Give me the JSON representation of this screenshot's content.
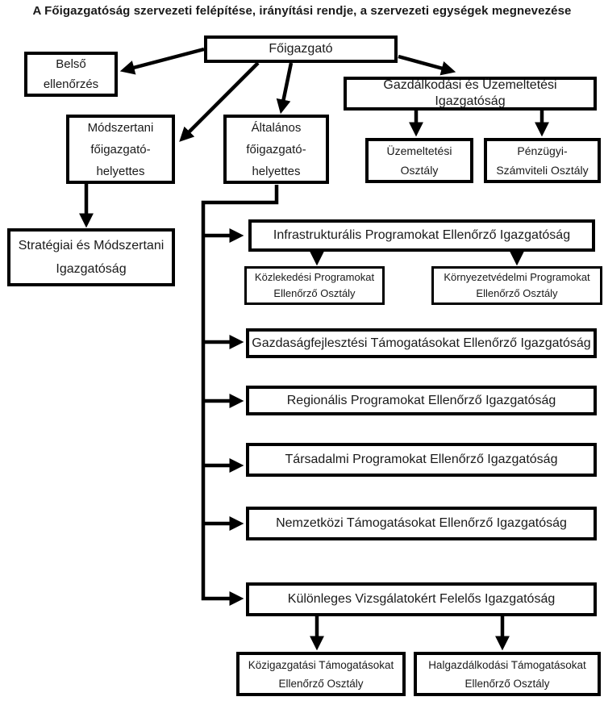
{
  "title": "A Főigazgatóság szervezeti felépítése, irányítási rendje, a szervezeti egységek megnevezése",
  "colors": {
    "background": "#ffffff",
    "box_border": "#000000",
    "connector": "#000000",
    "text": "#1a1a1a"
  },
  "org_chart": {
    "nodes": {
      "foigazgato": {
        "label": "Főigazgató"
      },
      "belso_ellenorzes": {
        "label": "Belső\nellenőrzés"
      },
      "modszertani_helyettes": {
        "label": "Módszertani\nfőigazgató-\nhelyettes"
      },
      "altalanos_helyettes": {
        "label": "Általános\nfőigazgató-\nhelyettes"
      },
      "gazdalkodasi_igazgatosag": {
        "label": "Gazdálkodási és Üzemeltetési Igazgatóság"
      },
      "uzemeltetesi_osztaly": {
        "label": "Üzemeltetési\nOsztály"
      },
      "penzugyi_osztaly": {
        "label": "Pénzügyi-\nSzámviteli Osztály"
      },
      "strategiai_igazgatosag": {
        "label": "Stratégiai és Módszertani\nIgazgatóság"
      },
      "infrastrukturalis_igazgatosag": {
        "label": "Infrastrukturális Programokat Ellenőrző Igazgatóság"
      },
      "kozlekedesi_osztaly": {
        "label": "Közlekedési Programokat\nEllenőrző Osztály"
      },
      "kornyezetvedelmi_osztaly": {
        "label": "Környezetvédelmi Programokat\nEllenőrző Osztály"
      },
      "gazdasagfejlesztesi_igazgatosag": {
        "label": "Gazdaságfejlesztési Támogatásokat Ellenőrző Igazgatóság"
      },
      "regionalis_igazgatosag": {
        "label": "Regionális Programokat Ellenőrző Igazgatóság"
      },
      "tarsadalmi_igazgatosag": {
        "label": "Társadalmi Programokat Ellenőrző Igazgatóság"
      },
      "nemzetkozi_igazgatosag": {
        "label": "Nemzetközi Támogatásokat Ellenőrző Igazgatóság"
      },
      "kulonleges_igazgatosag": {
        "label": "Különleges Vizsgálatokért Felelős Igazgatóság"
      },
      "kozigazgatasi_osztaly": {
        "label": "Közigazgatási Támogatásokat\nEllenőrző Osztály"
      },
      "halgazdalkodasi_osztaly": {
        "label": "Halgazdálkodási Támogatásokat\nEllenőrző Osztály"
      }
    },
    "edges": [
      {
        "from": "foigazgato",
        "to": "belso_ellenorzes"
      },
      {
        "from": "foigazgato",
        "to": "modszertani_helyettes"
      },
      {
        "from": "foigazgato",
        "to": "altalanos_helyettes"
      },
      {
        "from": "foigazgato",
        "to": "gazdalkodasi_igazgatosag"
      },
      {
        "from": "gazdalkodasi_igazgatosag",
        "to": "uzemeltetesi_osztaly"
      },
      {
        "from": "gazdalkodasi_igazgatosag",
        "to": "penzugyi_osztaly"
      },
      {
        "from": "modszertani_helyettes",
        "to": "strategiai_igazgatosag"
      },
      {
        "from": "altalanos_helyettes",
        "to": "infrastrukturalis_igazgatosag"
      },
      {
        "from": "altalanos_helyettes",
        "to": "gazdasagfejlesztesi_igazgatosag"
      },
      {
        "from": "altalanos_helyettes",
        "to": "regionalis_igazgatosag"
      },
      {
        "from": "altalanos_helyettes",
        "to": "tarsadalmi_igazgatosag"
      },
      {
        "from": "altalanos_helyettes",
        "to": "nemzetkozi_igazgatosag"
      },
      {
        "from": "altalanos_helyettes",
        "to": "kulonleges_igazgatosag"
      },
      {
        "from": "infrastrukturalis_igazgatosag",
        "to": "kozlekedesi_osztaly"
      },
      {
        "from": "infrastrukturalis_igazgatosag",
        "to": "kornyezetvedelmi_osztaly"
      },
      {
        "from": "kulonleges_igazgatosag",
        "to": "kozigazgatasi_osztaly"
      },
      {
        "from": "kulonleges_igazgatosag",
        "to": "halgazdalkodasi_osztaly"
      }
    ]
  }
}
